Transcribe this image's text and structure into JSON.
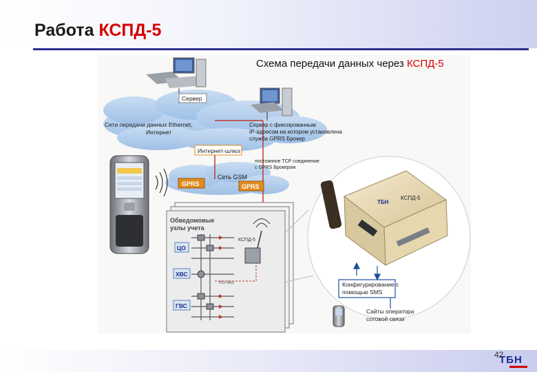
{
  "title": {
    "prefix": "Работа ",
    "accent": "КСПД-5"
  },
  "subtitle": {
    "prefix": "Схема передачи данных через ",
    "accent": "КСПД-5"
  },
  "labels": {
    "server": "Сервер",
    "ethernet_line1": "Сети передачи данных Ethernet,",
    "ethernet_line2": "Интернет",
    "broker_line1": "Сервер с фиксированным",
    "broker_line2": "IP-адресом на котором установлена",
    "broker_line3": "служба GPRS Брокер",
    "gateway": "Интернет-шлюз",
    "tcp_line1": "постоянное TCP соединение",
    "tcp_line2": "с GPRS Брокером",
    "gsm": "Сеть GSM",
    "gprs_left": "GPRS",
    "gprs_right": "GPRS",
    "nodes_line1": "Обведомовые",
    "nodes_line2": "узлы учета",
    "kspd": "КСПД-5",
    "co": "ЦО",
    "hvs": "ХВС",
    "gvs": "ГВС",
    "rs485": "RS-485",
    "config_line1": "Конфигурирование с",
    "config_line2": "помощью SMS",
    "operator_line1": "Сайты оператора",
    "operator_line2": "сотовой связи",
    "device_brand": "ТБН",
    "device_model": "КСПД-5"
  },
  "footer": {
    "page_number": "42",
    "logo": "ТБН"
  }
}
